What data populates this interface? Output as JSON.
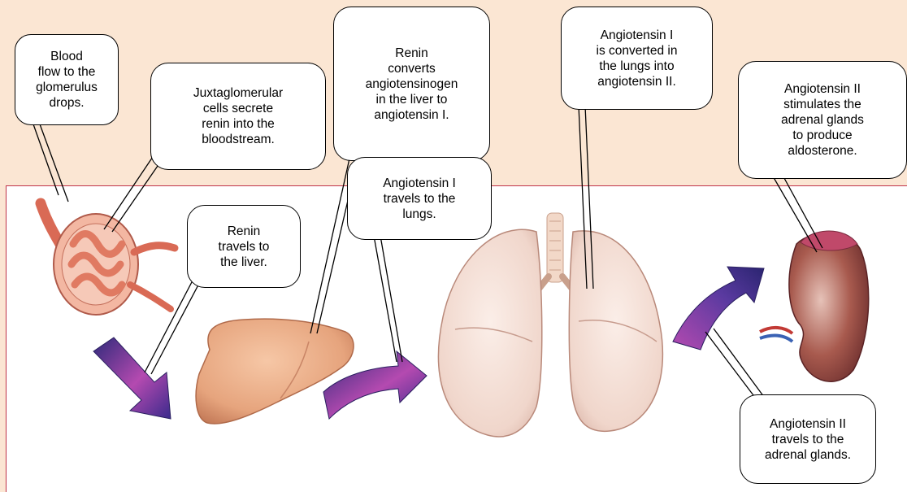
{
  "callouts": {
    "blood_flow": "Blood\nflow to the\nglomerulus\ndrops.",
    "juxtaglomerular": "Juxtaglomerular\ncells secrete\nrenin into the\nbloodstream.",
    "renin_converts": "Renin\nconverts\nangiotensinogen\nin the liver to\nangiotensin I.",
    "angiotensin_lungs_convert": "Angiotensin I\nis converted in\nthe lungs into\nangiotensin II.",
    "angiotensin_ii_stimulates": "Angiotensin II\nstimulates the\nadrenal glands\nto produce\naldosterone.",
    "renin_travels": "Renin\ntravels to\nthe liver.",
    "angiotensin_i_travels": "Angiotensin I\ntravels to the\nlungs.",
    "angiotensin_ii_travels": "Angiotensin II\ntravels to the\nadrenal glands."
  },
  "colors": {
    "background": "#fbe6d3",
    "panel_border": "#c0344a",
    "arrow_dark": "#3a2a8c",
    "arrow_light": "#b44ab0",
    "organ_liver": "#e8a882",
    "organ_lung": "#f3ddd2",
    "organ_kidney": "#8e3e3a",
    "glomerulus": "#e88870"
  },
  "icons": [
    "glomerulus-illustration",
    "liver-illustration",
    "lungs-illustration",
    "kidney-adrenal-illustration",
    "flow-arrow-icon"
  ]
}
